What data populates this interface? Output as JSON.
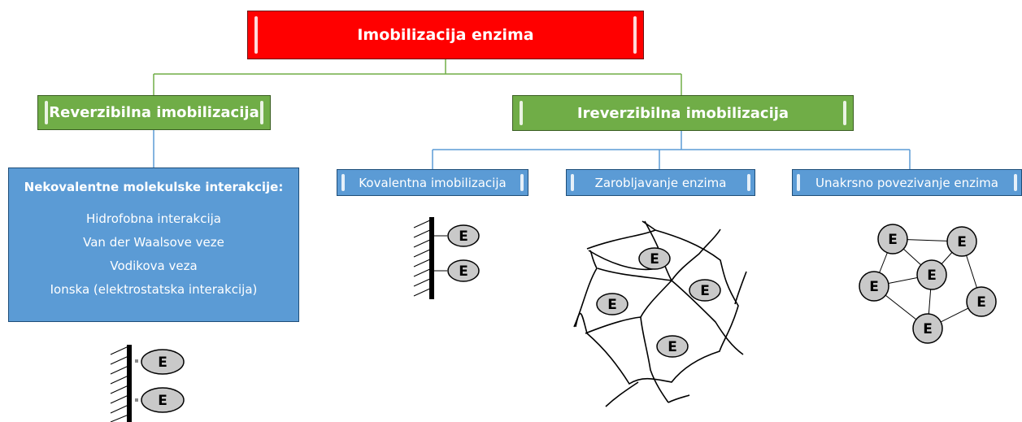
{
  "root": {
    "label": "Imobilizacija enzima",
    "color": "#ff0000"
  },
  "reversible": {
    "label": "Reverzibilna imobilizacija",
    "detail": {
      "title": "Nekovalentne molekulske interakcije:",
      "items": [
        "Hidrofobna interakcija",
        "Van der Waalsove veze",
        "Vodikova veza",
        "Ionska (elektrostatska interakcija)"
      ]
    }
  },
  "irreversible": {
    "label": "Ireverzibilna imobilizacija",
    "children": [
      {
        "label": "Kovalentna imobilizacija"
      },
      {
        "label": "Zarobljavanje enzima"
      },
      {
        "label": "Unakrsno povezivanje enzima"
      }
    ]
  },
  "enzyme_symbol": "E",
  "colors": {
    "green": "#70ad47",
    "blue": "#5b9bd5",
    "enzyme_fill": "#c9c9c9"
  }
}
